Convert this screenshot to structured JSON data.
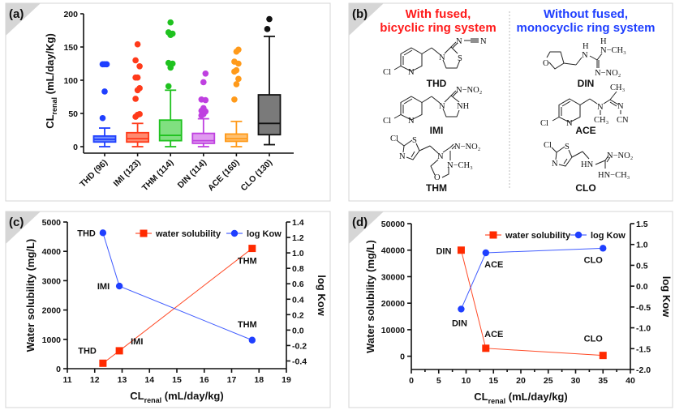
{
  "panels": {
    "a": {
      "label": "(a)"
    },
    "b": {
      "label": "(b)",
      "left_title": [
        "With fused,",
        "bicyclic ring system"
      ],
      "right_title": [
        "Without fused,",
        "monocyclic ring system"
      ],
      "left_color": "#ff1a1a",
      "right_color": "#1f3fff",
      "structures": [
        {
          "name": "THD",
          "atoms": [
            "Cl",
            "N",
            "N",
            "S",
            "N",
            "N"
          ]
        },
        {
          "name": "IMI",
          "atoms": [
            "Cl",
            "N",
            "N",
            "NH",
            "N−NO₂"
          ]
        },
        {
          "name": "THM",
          "atoms": [
            "Cl",
            "S",
            "N",
            "N",
            "N−NO₂",
            "N−CH₃",
            "O"
          ]
        },
        {
          "name": "DIN",
          "atoms": [
            "O",
            "H",
            "N",
            "H",
            "N−CH₃",
            "N−NO₂"
          ]
        },
        {
          "name": "ACE",
          "atoms": [
            "Cl",
            "N",
            "N",
            "CH₃",
            "N",
            "CH₃",
            "CN"
          ]
        },
        {
          "name": "CLO",
          "atoms": [
            "Cl",
            "S",
            "N",
            "HN",
            "N−NO₂",
            "HN−CH₃"
          ]
        }
      ]
    },
    "c": {
      "label": "(c)"
    },
    "d": {
      "label": "(d)"
    }
  },
  "chart_data": [
    {
      "type": "box",
      "panel": "a",
      "ylabel": {
        "main": "CL",
        "sub": "renal",
        "rest": " (mL/day/Kg)"
      },
      "ylim": [
        0,
        200
      ],
      "yticks": [
        "0",
        "50",
        "100",
        "150",
        "200"
      ],
      "categories": [
        "THD (96)",
        "IMI (123)",
        "THM (114)",
        "DIN (114)",
        "ACE (160)",
        "CLO (130)"
      ],
      "colors": [
        "#1f3fff",
        "#ff3a1a",
        "#1fc21f",
        "#bf40e0",
        "#ff9a1a",
        "#111111"
      ],
      "fills": [
        "#6f8cff",
        "#ff8a70",
        "#80e080",
        "#e09af0",
        "#ffc070",
        "#7a7a7a"
      ],
      "boxes": [
        {
          "min": 0,
          "q1": 7,
          "median": 11,
          "q3": 16,
          "max": 28,
          "outliers": [
            43,
            83,
            124,
            124,
            124
          ]
        },
        {
          "min": 0,
          "q1": 7,
          "median": 12,
          "q3": 21,
          "max": 35,
          "outliers": [
            45,
            48,
            49,
            72,
            85,
            88,
            104,
            104,
            121,
            130,
            154
          ]
        },
        {
          "min": 0,
          "q1": 9,
          "median": 17,
          "q3": 40,
          "max": 85,
          "outliers": [
            91,
            119,
            125,
            126,
            168,
            170,
            172,
            187
          ]
        },
        {
          "min": 0,
          "q1": 5,
          "median": 9,
          "q3": 20,
          "max": 42,
          "outliers": [
            47,
            49,
            53,
            54,
            58,
            70,
            71,
            97,
            110
          ]
        },
        {
          "min": 0,
          "q1": 8,
          "median": 12,
          "q3": 19,
          "max": 38,
          "outliers": [
            71,
            94,
            102,
            113,
            115,
            125,
            128,
            143,
            146
          ]
        },
        {
          "min": 3,
          "q1": 18,
          "median": 35,
          "q3": 78,
          "max": 166,
          "outliers": [
            177,
            192
          ]
        }
      ]
    },
    {
      "type": "line",
      "panel": "c",
      "xlabel": {
        "main": "CL",
        "sub": "renal",
        "rest": " (mL/day/kg)"
      },
      "ylabel": "Water solubility (mg/L)",
      "y2label": "log Kow",
      "xlim": [
        11,
        19
      ],
      "ylim": [
        0,
        5000
      ],
      "y2lim": [
        -0.5,
        1.4
      ],
      "xticks": [
        "11",
        "12",
        "13",
        "14",
        "15",
        "16",
        "17",
        "18",
        "19"
      ],
      "yticks": [
        "0",
        "1000",
        "2000",
        "3000",
        "4000",
        "5000"
      ],
      "y2ticks": [
        "-0.4",
        "-0.2",
        "0.0",
        "0.2",
        "0.4",
        "0.6",
        "0.8",
        "1.0",
        "1.2",
        "1.4"
      ],
      "legend_position": "top-right",
      "series": [
        {
          "name": "water solubility",
          "axis": "left",
          "color": "#ff2a00",
          "marker": "square",
          "x": [
            12.3,
            12.9,
            17.75
          ],
          "y": [
            185,
            610,
            4100
          ],
          "point_labels": [
            "THD",
            "IMI",
            "THM"
          ]
        },
        {
          "name": "log Kow",
          "axis": "right",
          "color": "#1f3fff",
          "marker": "circle",
          "x": [
            12.3,
            12.9,
            17.75
          ],
          "y": [
            1.26,
            0.57,
            -0.13
          ],
          "point_labels": [
            "THD",
            "IMI",
            "THM"
          ]
        }
      ]
    },
    {
      "type": "line",
      "panel": "d",
      "xlabel": {
        "main": "CL",
        "sub": "renal",
        "rest": " (mL/day/kg)"
      },
      "ylabel": "Water solubility (mg/L)",
      "y2label": "log Kow",
      "xlim": [
        0,
        40
      ],
      "ylim": [
        -5000,
        50000
      ],
      "y2lim": [
        -2.0,
        1.5
      ],
      "xticks": [
        "0",
        "5",
        "10",
        "15",
        "20",
        "25",
        "30",
        "35",
        "40"
      ],
      "yticks": [
        "0",
        "10000",
        "20000",
        "30000",
        "40000",
        "50000"
      ],
      "y2ticks": [
        "-2.0",
        "-1.5",
        "-1.0",
        "-0.5",
        "0.0",
        "0.5",
        "1.0",
        "1.5"
      ],
      "legend_position": "top-right",
      "series": [
        {
          "name": "water solubility",
          "axis": "left",
          "color": "#ff2a00",
          "marker": "square",
          "x": [
            9.1,
            13.6,
            35
          ],
          "y": [
            40000,
            3000,
            300
          ],
          "point_labels": [
            "DIN",
            "ACE",
            "CLO"
          ]
        },
        {
          "name": "log Kow",
          "axis": "right",
          "color": "#1f3fff",
          "marker": "circle",
          "x": [
            9.1,
            13.6,
            35
          ],
          "y": [
            -0.55,
            0.8,
            0.91
          ],
          "point_labels": [
            "DIN",
            "ACE",
            "CLO"
          ]
        }
      ]
    }
  ]
}
